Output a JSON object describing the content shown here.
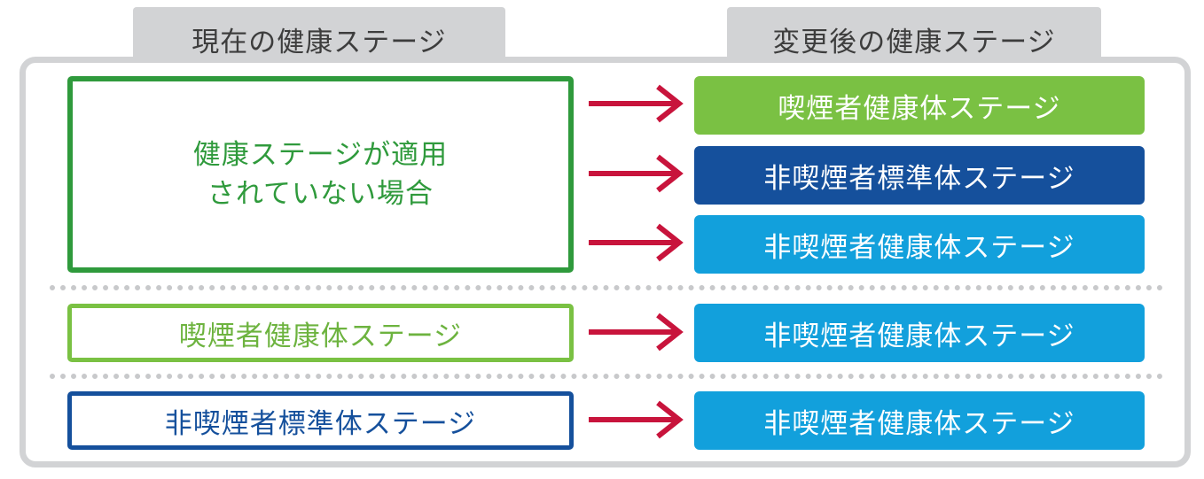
{
  "headers": {
    "current": "現在の健康ステージ",
    "after": "変更後の健康ステージ"
  },
  "groups": [
    {
      "source_lines": [
        "健康ステージが適用",
        "されていない場合"
      ],
      "targets": [
        "喫煙者健康体ステージ",
        "非喫煙者標準体ステージ",
        "非喫煙者健康体ステージ"
      ]
    },
    {
      "source": "喫煙者健康体ステージ",
      "targets": [
        "非喫煙者健康体ステージ"
      ]
    },
    {
      "source": "非喫煙者標準体ステージ",
      "targets": [
        "非喫煙者健康体ステージ"
      ]
    }
  ],
  "colors": {
    "dark_green": "#2f9a3c",
    "light_green": "#7ac143",
    "navy": "#15509c",
    "sky_blue": "#12a0dc",
    "arrow_red": "#c8143c",
    "frame_gray": "#d2d3d5"
  }
}
